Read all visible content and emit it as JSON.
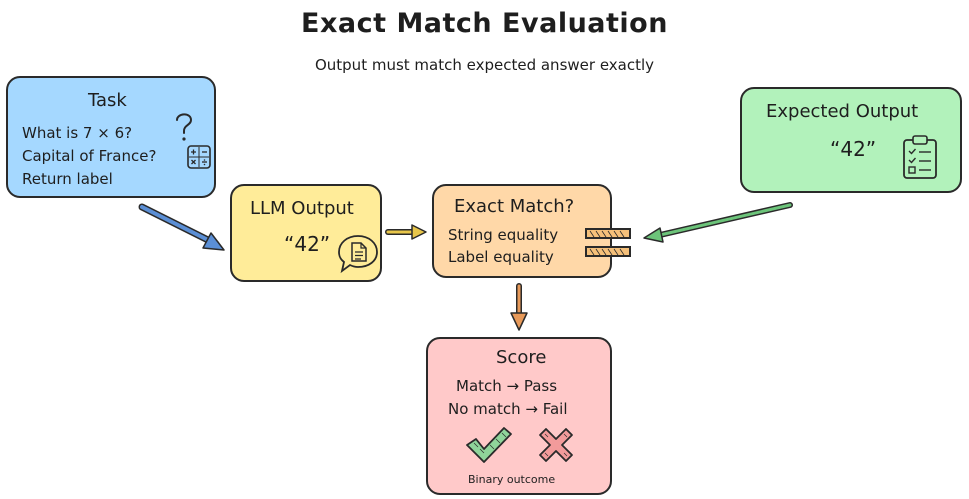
{
  "title": "Exact Match Evaluation",
  "subtitle": "Output must match expected answer exactly",
  "task": {
    "title": "Task",
    "lines": [
      "What is 7 × 6?",
      "Capital of France?",
      "Return label"
    ]
  },
  "llm_output": {
    "title": "LLM Output",
    "value": "“42”"
  },
  "exact_match": {
    "title": "Exact Match?",
    "lines": [
      "String equality",
      "Label equality"
    ]
  },
  "expected_output": {
    "title": "Expected Output",
    "value": "“42”"
  },
  "score": {
    "title": "Score",
    "lines": [
      "Match → Pass",
      "No match → Fail"
    ],
    "caption": "Binary outcome"
  },
  "colors": {
    "task": "#a5d8ff",
    "llm_output": "#ffec99",
    "exact_match": "#ffd8a8",
    "expected_output": "#b2f2bb",
    "score": "#ffc9c9",
    "arrow_blue": "#5b8fd6",
    "arrow_yellow": "#e8c64a",
    "arrow_orange": "#e89a5a",
    "arrow_green": "#6cc47a",
    "check": "#8fd49a",
    "cross": "#f29b9b"
  },
  "icons": [
    "question-icon",
    "calculator-icon",
    "speech-bubble-doc-icon",
    "clipboard-checklist-icon",
    "equals-icon",
    "checkmark-icon",
    "cross-icon"
  ]
}
